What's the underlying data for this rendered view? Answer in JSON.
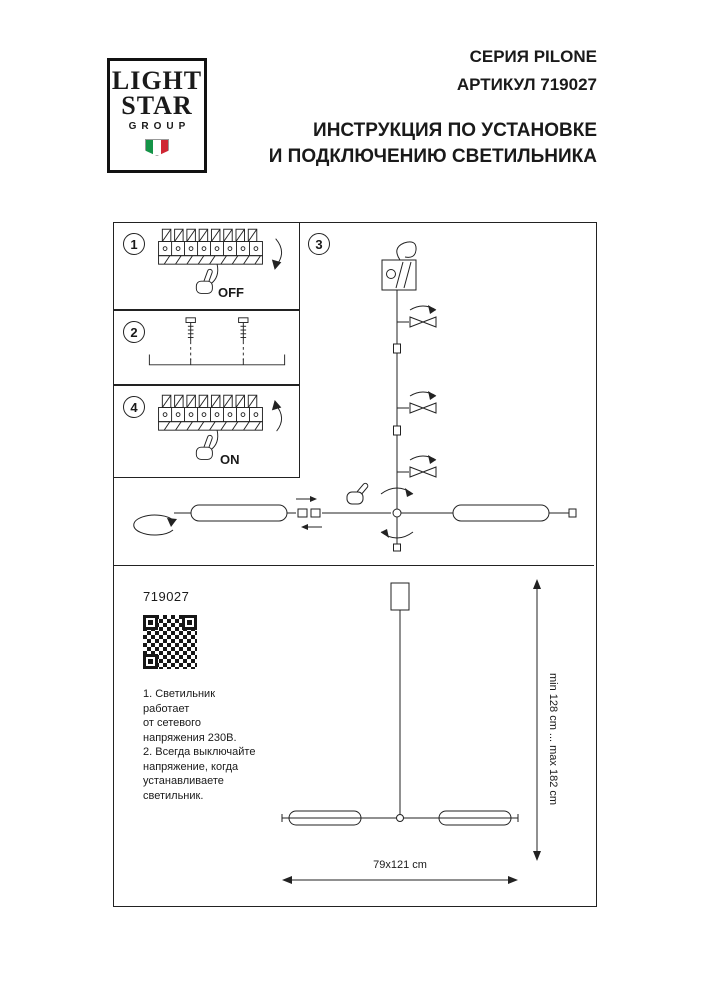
{
  "logo": {
    "line1": "LIGHT",
    "line2": "STAR",
    "line3": "GROUP"
  },
  "header": {
    "series": "СЕРИЯ PILONE",
    "article": "АРТИКУЛ 719027",
    "title_line1": "ИНСТРУКЦИЯ ПО УСТАНОВКЕ",
    "title_line2": "И ПОДКЛЮЧЕНИЮ СВЕТИЛЬНИКА"
  },
  "steps": {
    "step1": {
      "num": "1",
      "label": "OFF"
    },
    "step2": {
      "num": "2"
    },
    "step3": {
      "num": "3"
    },
    "step4": {
      "num": "4",
      "label": "ON"
    }
  },
  "details": {
    "article": "719027",
    "notes": "1. Светильник\nработает\nот сетевого\nнапряжения 230В.\n2. Всегда выключайте\nнапряжение, когда\nустанавливаете\nсветильник.",
    "dim_vertical": "min 128 cm ... max 182 cm",
    "dim_horizontal": "79x121 cm"
  },
  "colors": {
    "ink": "#1a1a1a",
    "line": "#222222",
    "flag_green": "#149447",
    "flag_white": "#ffffff",
    "flag_red": "#cf2734"
  }
}
